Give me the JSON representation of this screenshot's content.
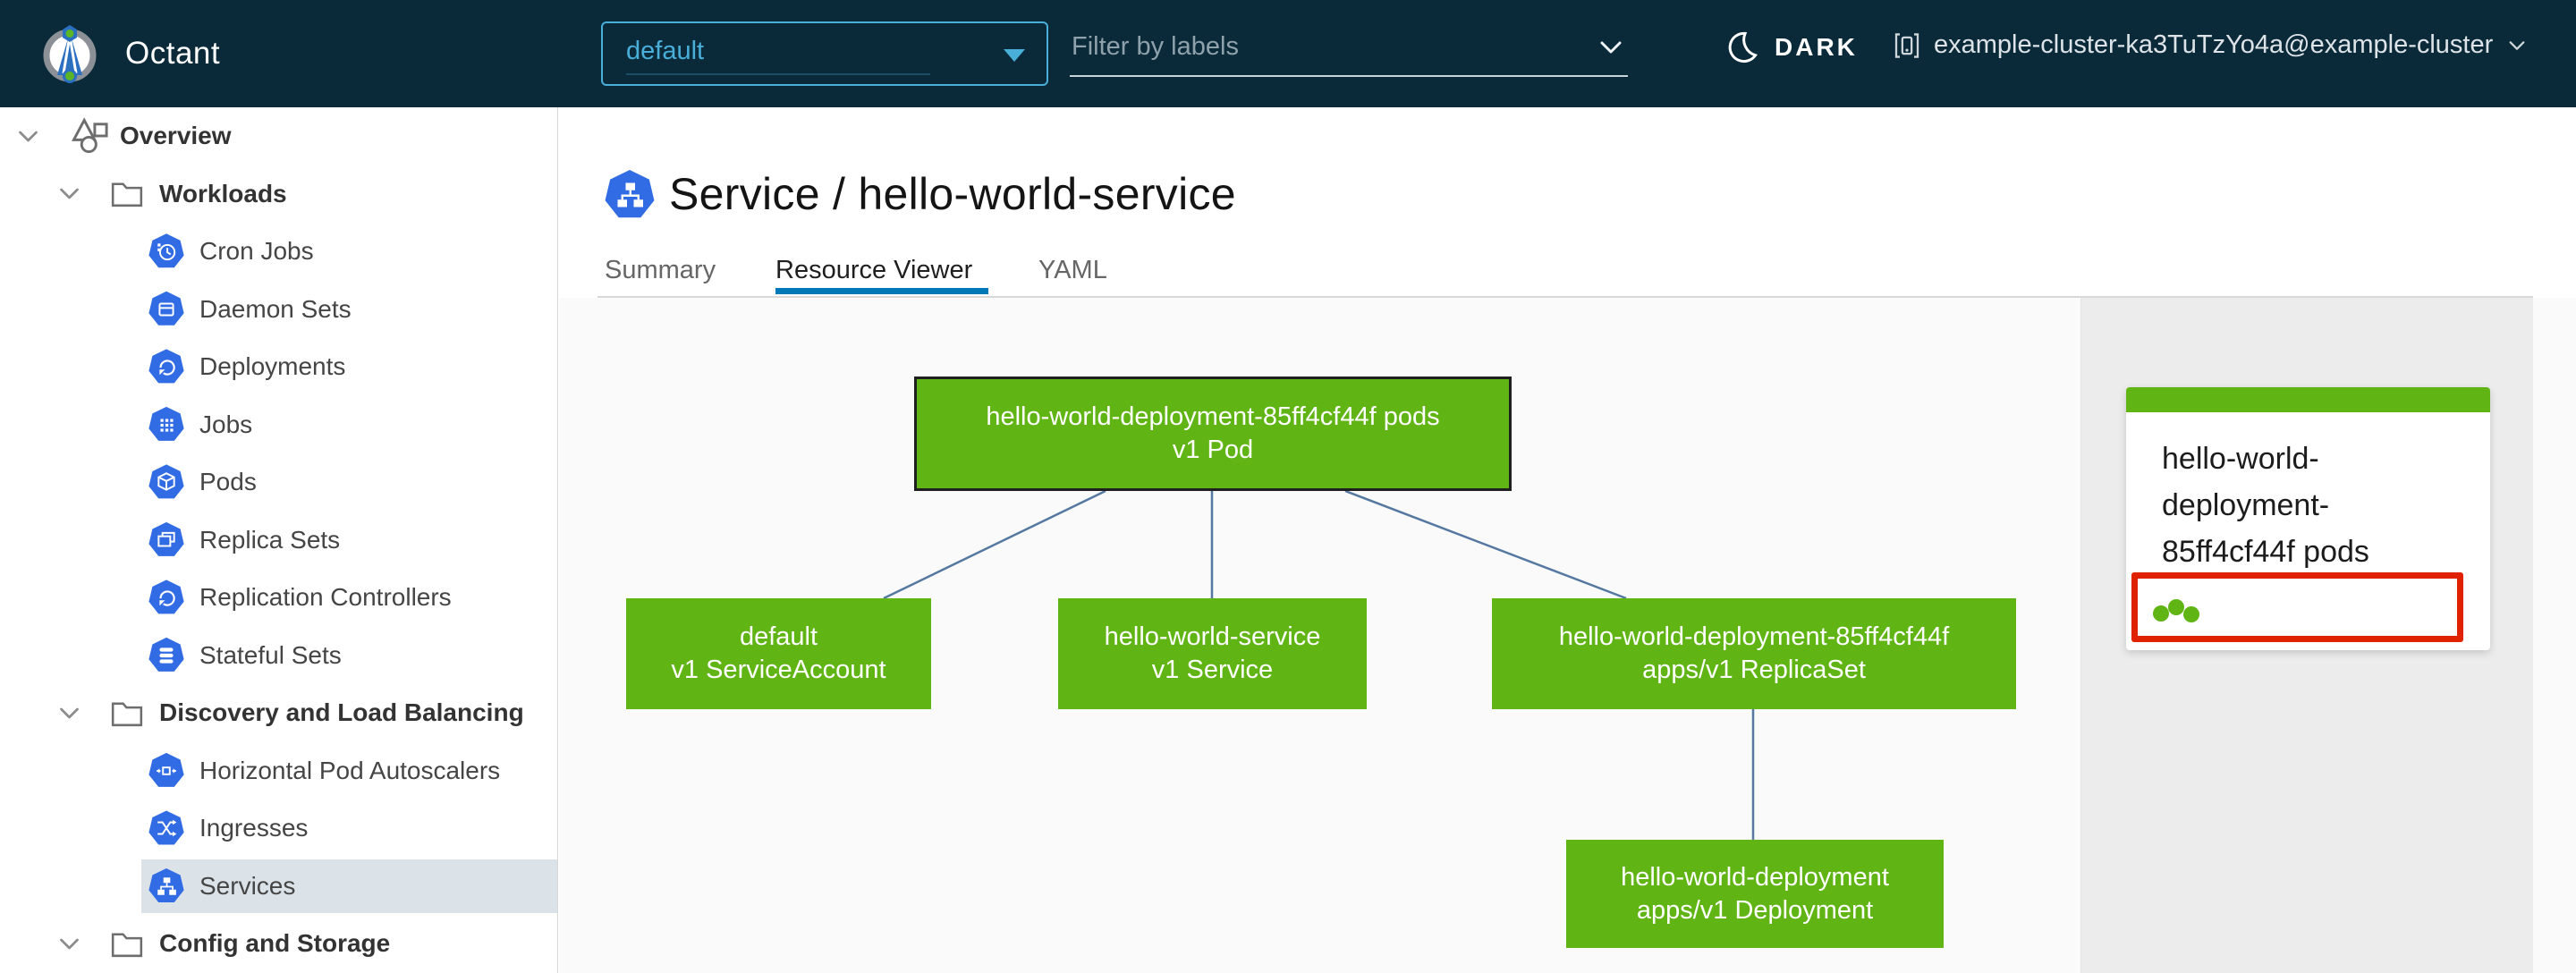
{
  "colors": {
    "header_bg": "#0a2a3a",
    "accent_blue": "#49afd9",
    "k8s_blue": "#326ce5",
    "green": "#60b515",
    "tab_active_blue": "#0079b8",
    "selection_red": "#e12200",
    "edge_blue": "#5578a0",
    "sidebar_highlight": "#dce3e8"
  },
  "header": {
    "app_title": "Octant",
    "namespace": "default",
    "filter_placeholder": "Filter by labels",
    "theme_label": "DARK",
    "cluster_label": "example-cluster-ka3TuTzYo4a@example-cluster"
  },
  "sidebar": {
    "items": [
      {
        "label": "Overview"
      },
      {
        "label": "Workloads"
      },
      {
        "label": "Cron Jobs"
      },
      {
        "label": "Daemon Sets"
      },
      {
        "label": "Deployments"
      },
      {
        "label": "Jobs"
      },
      {
        "label": "Pods"
      },
      {
        "label": "Replica Sets"
      },
      {
        "label": "Replication Controllers"
      },
      {
        "label": "Stateful Sets"
      },
      {
        "label": "Discovery and Load Balancing"
      },
      {
        "label": "Horizontal Pod Autoscalers"
      },
      {
        "label": "Ingresses"
      },
      {
        "label": "Services",
        "selected": true
      },
      {
        "label": "Config and Storage"
      }
    ]
  },
  "main": {
    "resource_title": "Service / hello-world-service",
    "tabs": [
      {
        "label": "Summary"
      },
      {
        "label": "Resource Viewer"
      },
      {
        "label": "YAML"
      }
    ],
    "active_tab": "Resource Viewer"
  },
  "graph": {
    "nodes": {
      "pod": {
        "name": "hello-world-deployment-85ff4cf44f pods",
        "kind": "v1 Pod",
        "selected": true
      },
      "serviceaccount": {
        "name": "default",
        "kind": "v1 ServiceAccount"
      },
      "service": {
        "name": "hello-world-service",
        "kind": "v1 Service"
      },
      "replicaset": {
        "name": "hello-world-deployment-85ff4cf44f",
        "kind": "apps/v1 ReplicaSet"
      },
      "deployment": {
        "name": "hello-world-deployment",
        "kind": "apps/v1 Deployment"
      }
    },
    "edges": [
      {
        "from": "pod",
        "to": "serviceaccount"
      },
      {
        "from": "pod",
        "to": "service"
      },
      {
        "from": "pod",
        "to": "replicaset"
      },
      {
        "from": "replicaset",
        "to": "deployment"
      }
    ]
  },
  "panel": {
    "card_title": "hello-world-deployment-85ff4cf44f pods",
    "pod_status": {
      "ok_count": 3
    }
  }
}
